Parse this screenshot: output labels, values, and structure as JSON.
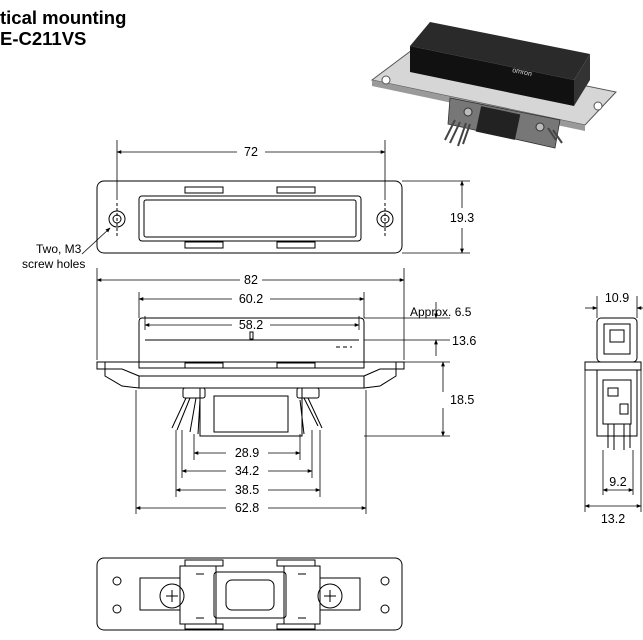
{
  "heading": {
    "line1": "tical mounting",
    "line2": "E-C211VS"
  },
  "callouts": {
    "screw_line1": "Two, M3",
    "screw_line2": "screw holes",
    "approx": "Approx. 6.5"
  },
  "dimensions": {
    "top_width": "72",
    "top_height": "19.3",
    "overall_width": "82",
    "width_60_2": "60.2",
    "width_58_2": "58.2",
    "height_13_6": "13.6",
    "height_18_5": "18.5",
    "pin_28_9": "28.9",
    "pin_34_2": "34.2",
    "pin_38_5": "38.5",
    "pin_62_8": "62.8",
    "side_10_9": "10.9",
    "side_9_2": "9.2",
    "side_13_2": "13.2"
  },
  "product_label": {
    "brand": "omron"
  },
  "colors": {
    "line": "#000000",
    "body_dark": "#1a1a1a",
    "plate_grey": "#cfcfcf"
  }
}
